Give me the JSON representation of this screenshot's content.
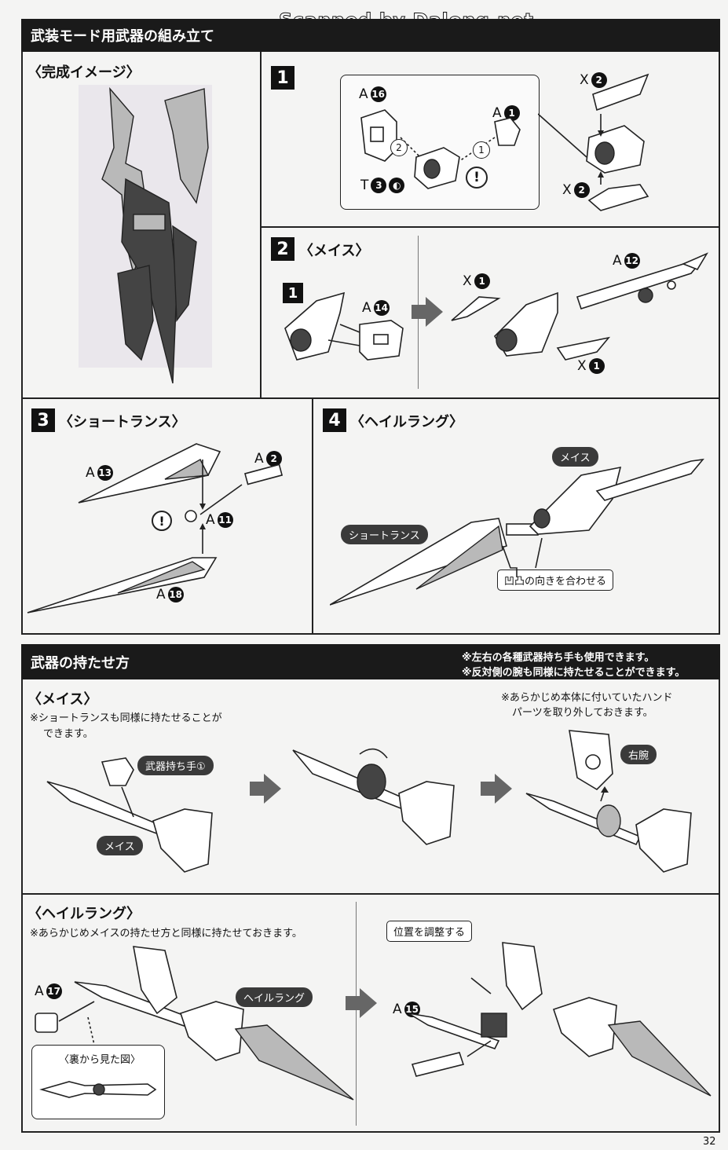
{
  "watermark": "Scanned by Dalong.net",
  "page_number": "32",
  "section1": {
    "title": "武装モード用武器の組み立て",
    "complete_image": "〈完成イメージ〉",
    "step1": {
      "num": "1",
      "labels": {
        "a16_letter": "A",
        "a16": "16",
        "a1_letter": "A",
        "a1": "1",
        "t3_letter": "T",
        "t3": "3",
        "x2a_letter": "X",
        "x2a": "2",
        "x2b_letter": "X",
        "x2b": "2"
      },
      "order1": "1",
      "order2": "2",
      "caution": "!"
    },
    "step2": {
      "num": "2",
      "title": "〈メイス〉",
      "sub_num": "1",
      "labels": {
        "a14_letter": "A",
        "a14": "14",
        "x1a_letter": "X",
        "x1a": "1",
        "x1b_letter": "X",
        "x1b": "1",
        "a12_letter": "A",
        "a12": "12"
      }
    },
    "step3": {
      "num": "3",
      "title": "〈ショートランス〉",
      "labels": {
        "a13_letter": "A",
        "a13": "13",
        "a2_letter": "A",
        "a2": "2",
        "a11_letter": "A",
        "a11": "11",
        "a18_letter": "A",
        "a18": "18"
      },
      "caution": "!"
    },
    "step4": {
      "num": "4",
      "title": "〈ヘイルラング〉",
      "mace_label": "メイス",
      "lance_label": "ショートランス",
      "align_note": "凹凸の向きを合わせる"
    }
  },
  "section2": {
    "title": "武器の持たせ方",
    "notes": [
      "※左右の各種武器持ち手も使用できます。",
      "※反対側の腕も同様に持たせることができます。"
    ],
    "mace": {
      "title": "〈メイス〉",
      "note_line1": "※ショートランスも同様に持たせることが",
      "note_line2": "できます。",
      "hand_label": "武器持ち手①",
      "mace_label": "メイス",
      "remove_note_line1": "※あらかじめ本体に付いていたハンド",
      "remove_note_line2": "パーツを取り外しておきます。",
      "arm_label": "右腕"
    },
    "hail": {
      "title": "〈ヘイルラング〉",
      "note": "※あらかじめメイスの持たせ方と同様に持たせておきます。",
      "a17_letter": "A",
      "a17": "17",
      "hail_label": "ヘイルラング",
      "back_view": "〈裏から見た図〉",
      "adjust": "位置を調整する",
      "a15_letter": "A",
      "a15": "15"
    }
  }
}
